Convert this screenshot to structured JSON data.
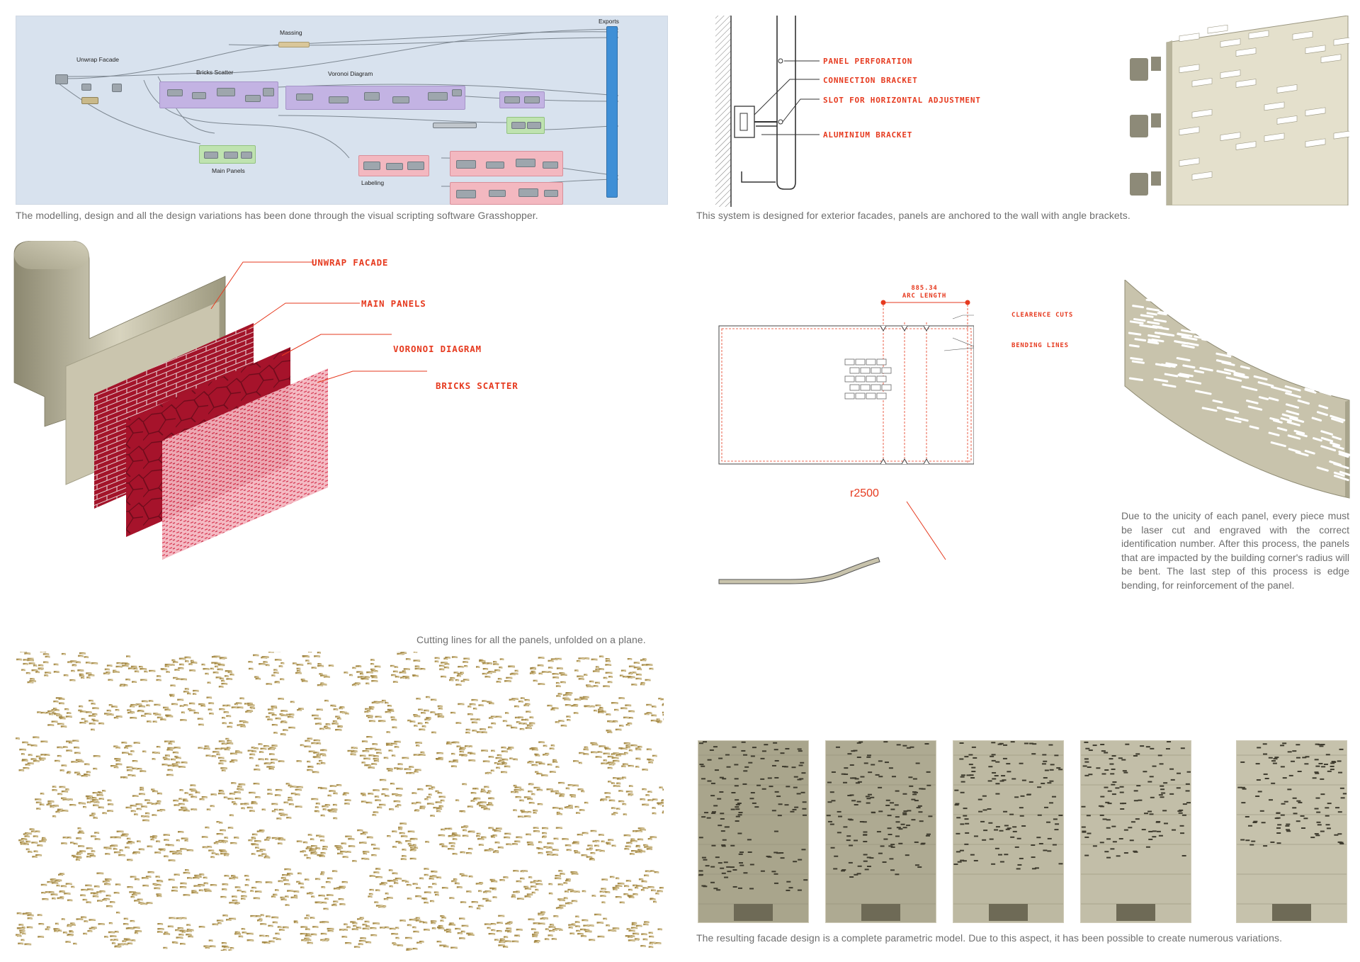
{
  "grasshopper": {
    "labels": {
      "massing": "Massing",
      "exports": "Exports",
      "unwrap_facade": "Unwrap Facade",
      "bricks_scatter": "Bricks Scatter",
      "voronoi_diagram": "Voronoi Diagram",
      "main_panels": "Main Panels",
      "labeling": "Labeling"
    },
    "caption": "The modelling, design and all the design variations has been done through the visual scripting software Grasshopper.",
    "colors": {
      "background": "#d8e2ee",
      "purple": "#c3b3e3",
      "green": "#bfe3b0",
      "pink": "#f3b8c0",
      "blue": "#3f8fd6"
    }
  },
  "bracket_detail": {
    "labels": {
      "panel_perforation": "PANEL PERFORATION",
      "connection_bracket": "CONNECTION BRACKET",
      "slot": "SLOT FOR HORIZONTAL ADJUSTMENT",
      "aluminium_bracket": "ALUMINIUM BRACKET"
    },
    "caption": "This system is designed for exterior facades, panels are anchored to the wall with angle brackets."
  },
  "layers": {
    "labels": {
      "unwrap_facade": "UNWRAP FACADE",
      "main_panels": "MAIN PANELS",
      "voronoi_diagram": "VORONOI DIAGRAM",
      "bricks_scatter": "BRICKS SCATTER"
    },
    "colors": {
      "accent": "#e63a1f",
      "crimson": "#a3142a",
      "beige": "#c9c4ae"
    }
  },
  "bending": {
    "arc_value": "885.34",
    "arc_label": "ARC LENGTH",
    "clearence_cuts": "CLEARENCE CUTS",
    "bending_lines": "BENDING LINES",
    "radius": "r2500"
  },
  "description": "Due to the unicity of each panel, every piece must be laser cut and engraved with the correct identification number. After this process, the panels that are impacted by the building corner's radius will be bent. The last step of this process is edge bending, for reinforcement of the panel.",
  "cutting": {
    "caption": "Cutting lines for all the panels, unfolded on a plane."
  },
  "variations": {
    "caption": "The resulting facade design is a complete parametric model. Due to this aspect, it has been possible to create numerous variations."
  }
}
